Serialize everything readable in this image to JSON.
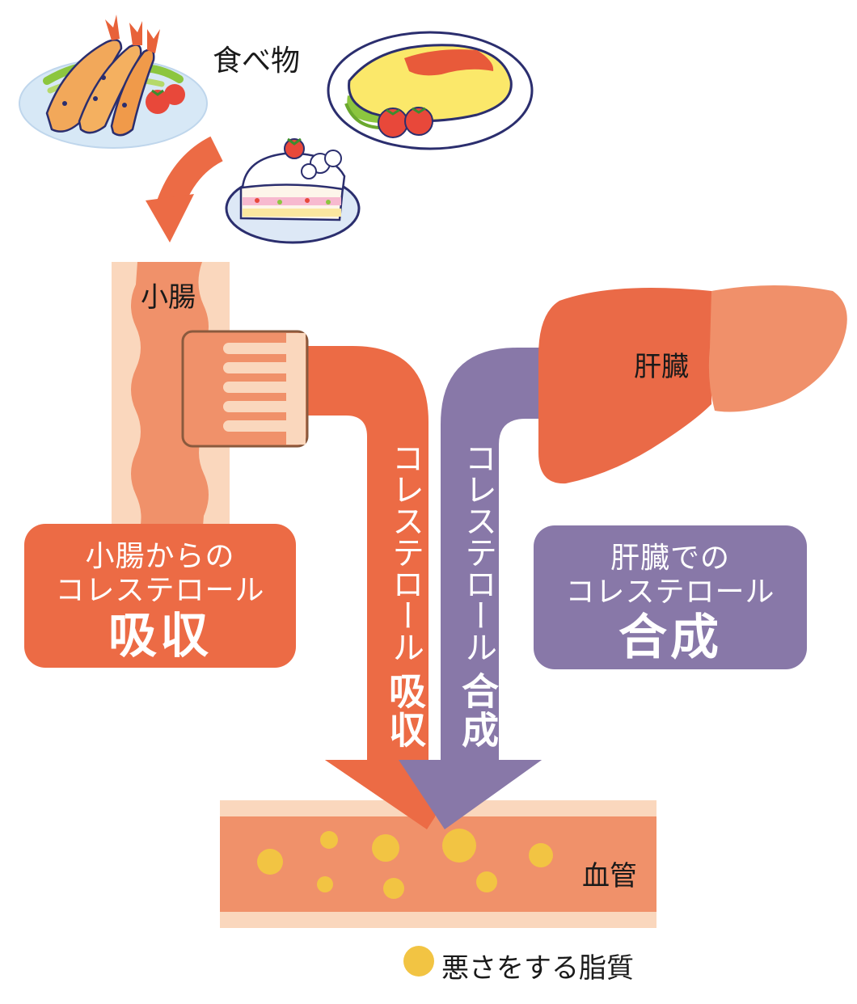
{
  "labels": {
    "food": "食べ物",
    "small_intestine": "小腸",
    "liver": "肝臓",
    "blood_vessel": "血管"
  },
  "absorption_box": {
    "line1": "小腸からの",
    "line2": "コレステロール",
    "line3": "吸収"
  },
  "synthesis_box": {
    "line1": "肝臓での",
    "line2": "コレステロール",
    "line3": "合成"
  },
  "absorption_arrow": {
    "text": "コレステロール",
    "emphasis": "吸収"
  },
  "synthesis_arrow": {
    "text": "コレステロール",
    "emphasis": "合成"
  },
  "legend": {
    "label": "悪さをする脂質"
  },
  "colors": {
    "absorption": "#EC6B45",
    "synthesis": "#8878A8",
    "intestine_light": "#FAD7BD",
    "intestine_mid": "#F0916A",
    "liver_dark": "#EA6A47",
    "liver_light": "#F0906A",
    "vessel_outer": "#FAD7BD",
    "vessel_inner": "#F0916A",
    "lipid": "#F2C443"
  }
}
